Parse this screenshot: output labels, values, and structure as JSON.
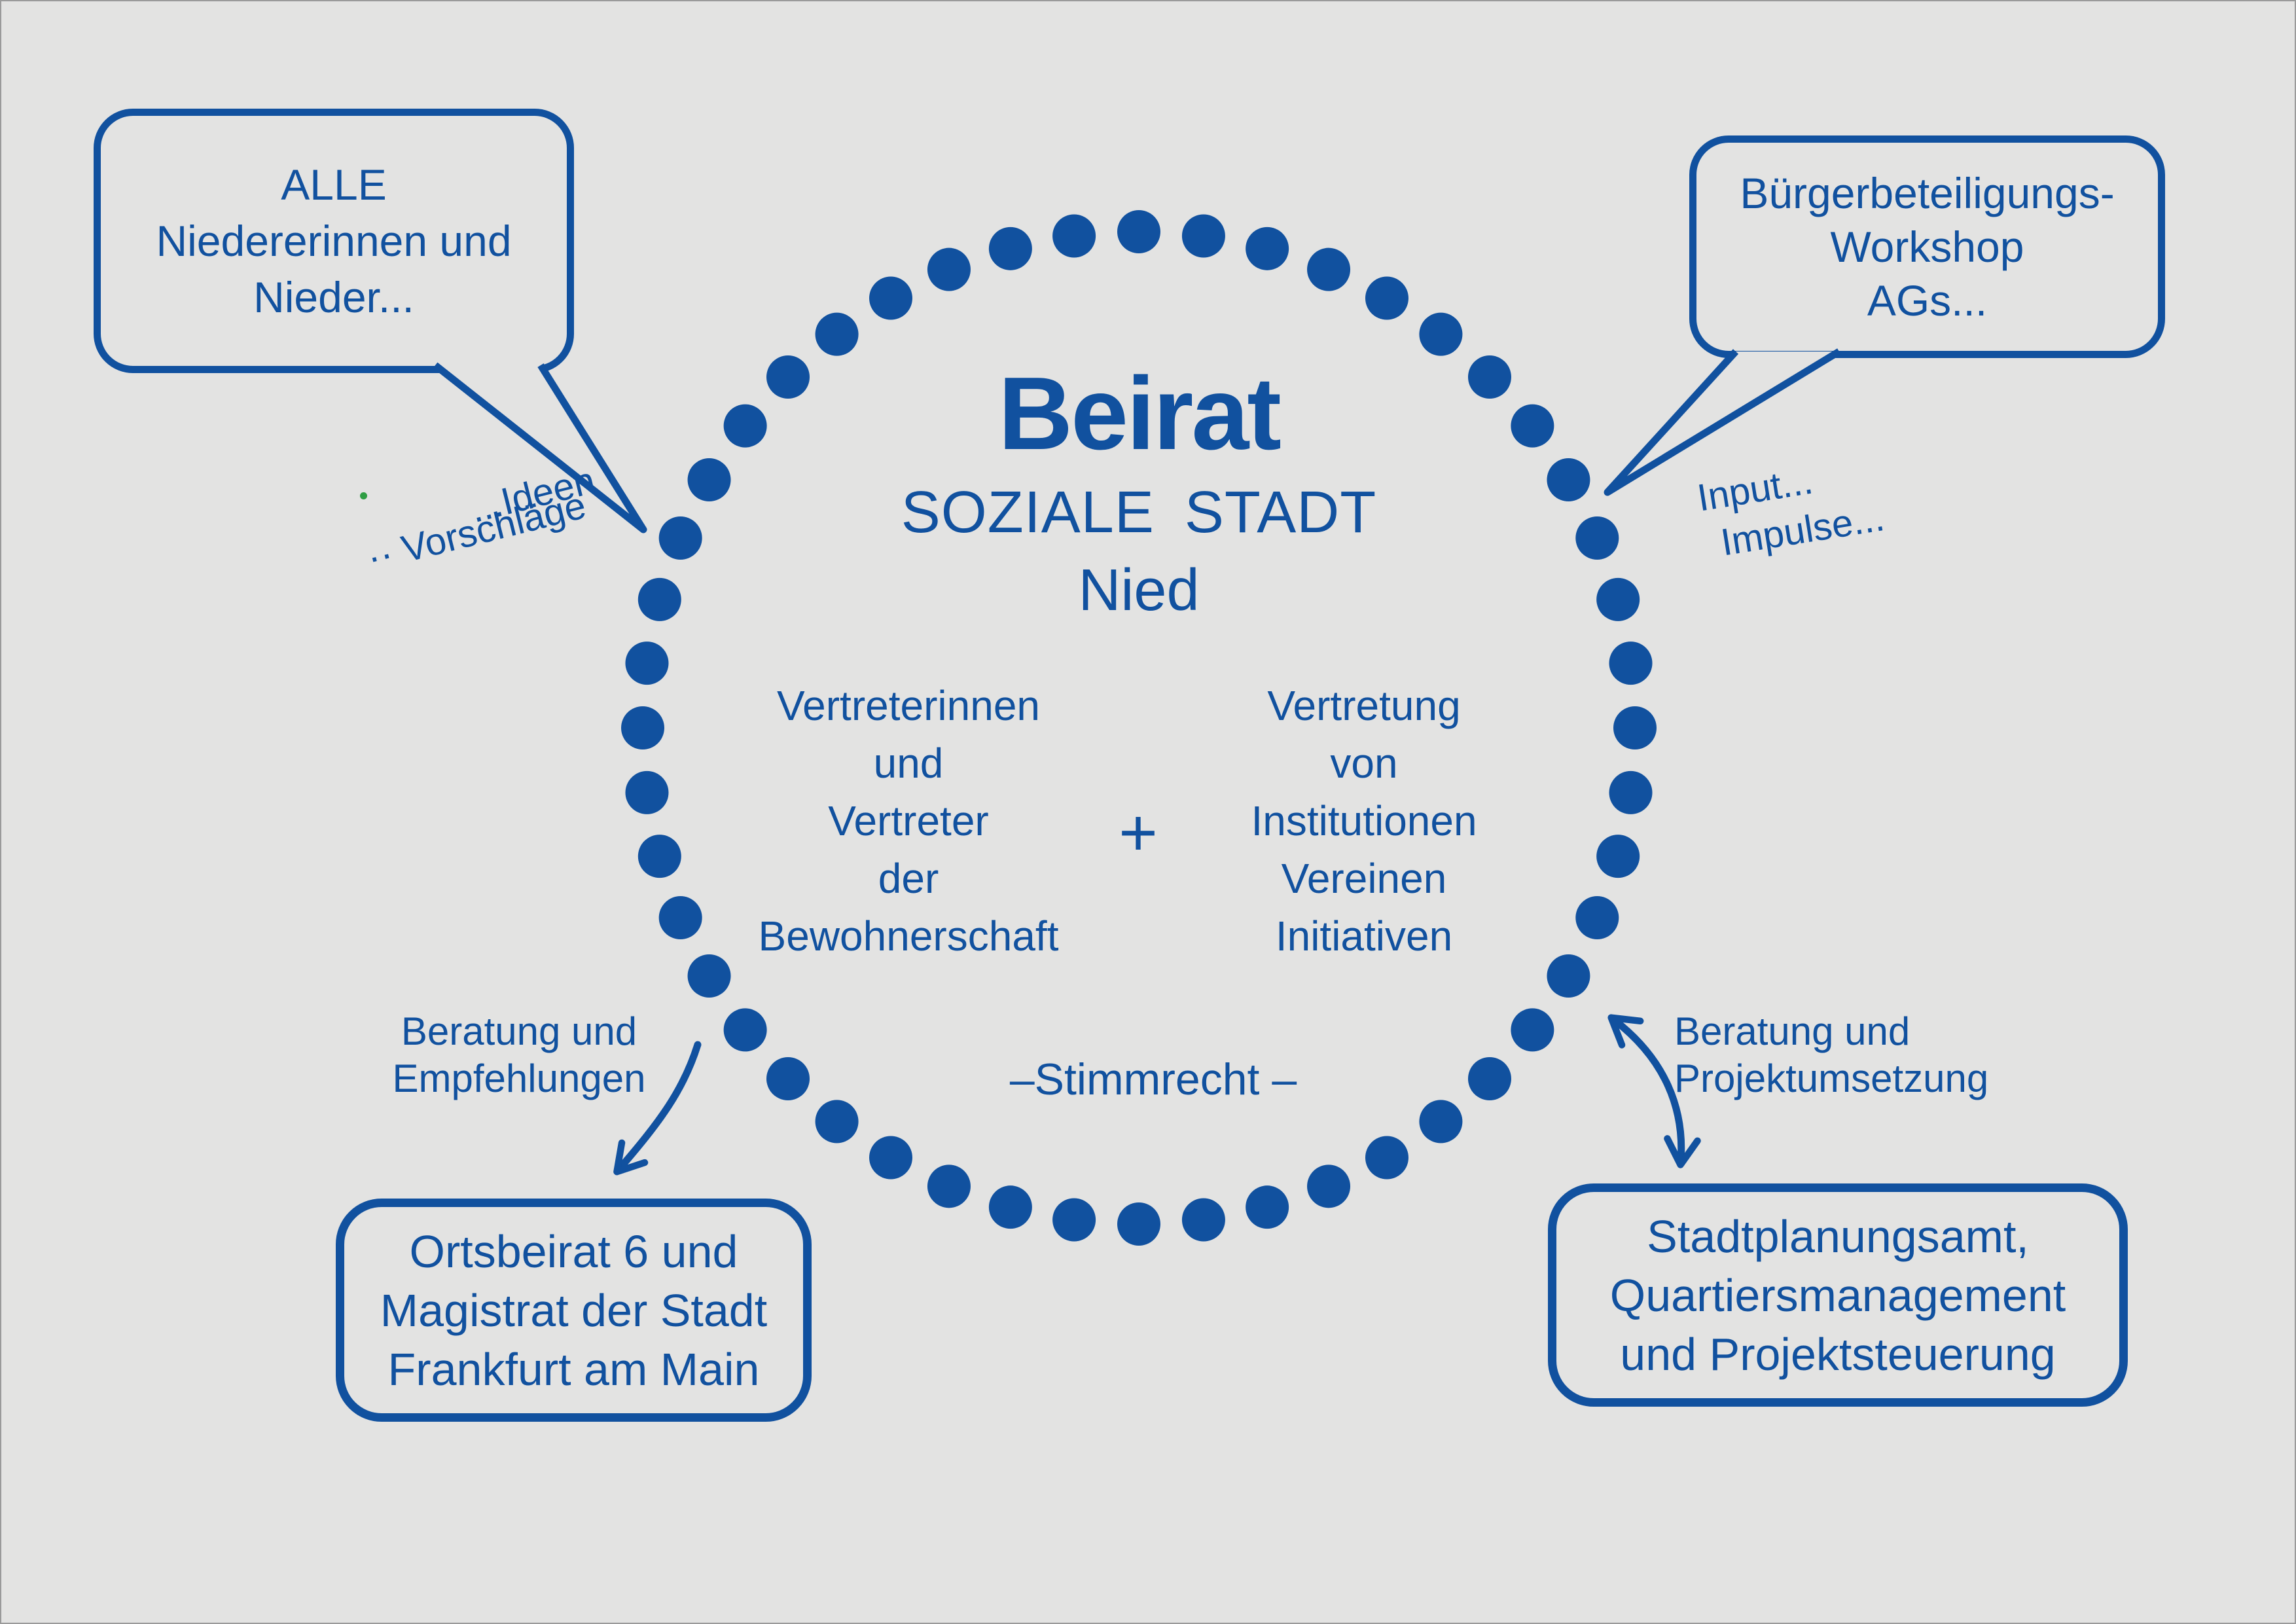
{
  "colors": {
    "primary_blue": "#11519f",
    "background": "#e3e3e2",
    "speck_green": "#2f9e44"
  },
  "circle": {
    "title": "Beirat",
    "subtitle_line1": "SOZIALE STADT",
    "subtitle_line2": "Nied",
    "left_column": {
      "lines": [
        "Vertreterinnen",
        "und",
        "Vertreter",
        "der",
        "Bewohnerschaft"
      ]
    },
    "plus_sign": "+",
    "right_column": {
      "lines": [
        "Vertretung",
        "von",
        "Institutionen",
        "Vereinen",
        "Initiativen"
      ]
    },
    "voting_note": "–Stimmrecht –"
  },
  "speech_bubbles": {
    "top_left": {
      "lines": [
        "ALLE",
        "Niedererinnen und",
        "Nieder..."
      ]
    },
    "top_right": {
      "lines": [
        "Bürgerbeteiligungs-",
        "Workshop",
        "AGs..."
      ]
    }
  },
  "callout_boxes": {
    "bottom_left": {
      "lines": [
        "Ortsbeirat 6 und",
        "Magistrat der Stadt",
        "Frankfurt am Main"
      ]
    },
    "bottom_right": {
      "lines": [
        "Stadtplanungsamt,",
        "Quartiersmanagement",
        "und Projektsteuerung"
      ]
    }
  },
  "annotations": {
    "ideen": "...Ideen",
    "vorschlaege": "·· Vorschläge",
    "input": "Input...",
    "impulse": "Impulse...",
    "left_arrow_label": {
      "lines": [
        "Beratung und",
        "Empfehlungen"
      ]
    },
    "right_arrow_label": {
      "lines": [
        "Beratung und",
        "Projektumsetzung"
      ]
    }
  }
}
